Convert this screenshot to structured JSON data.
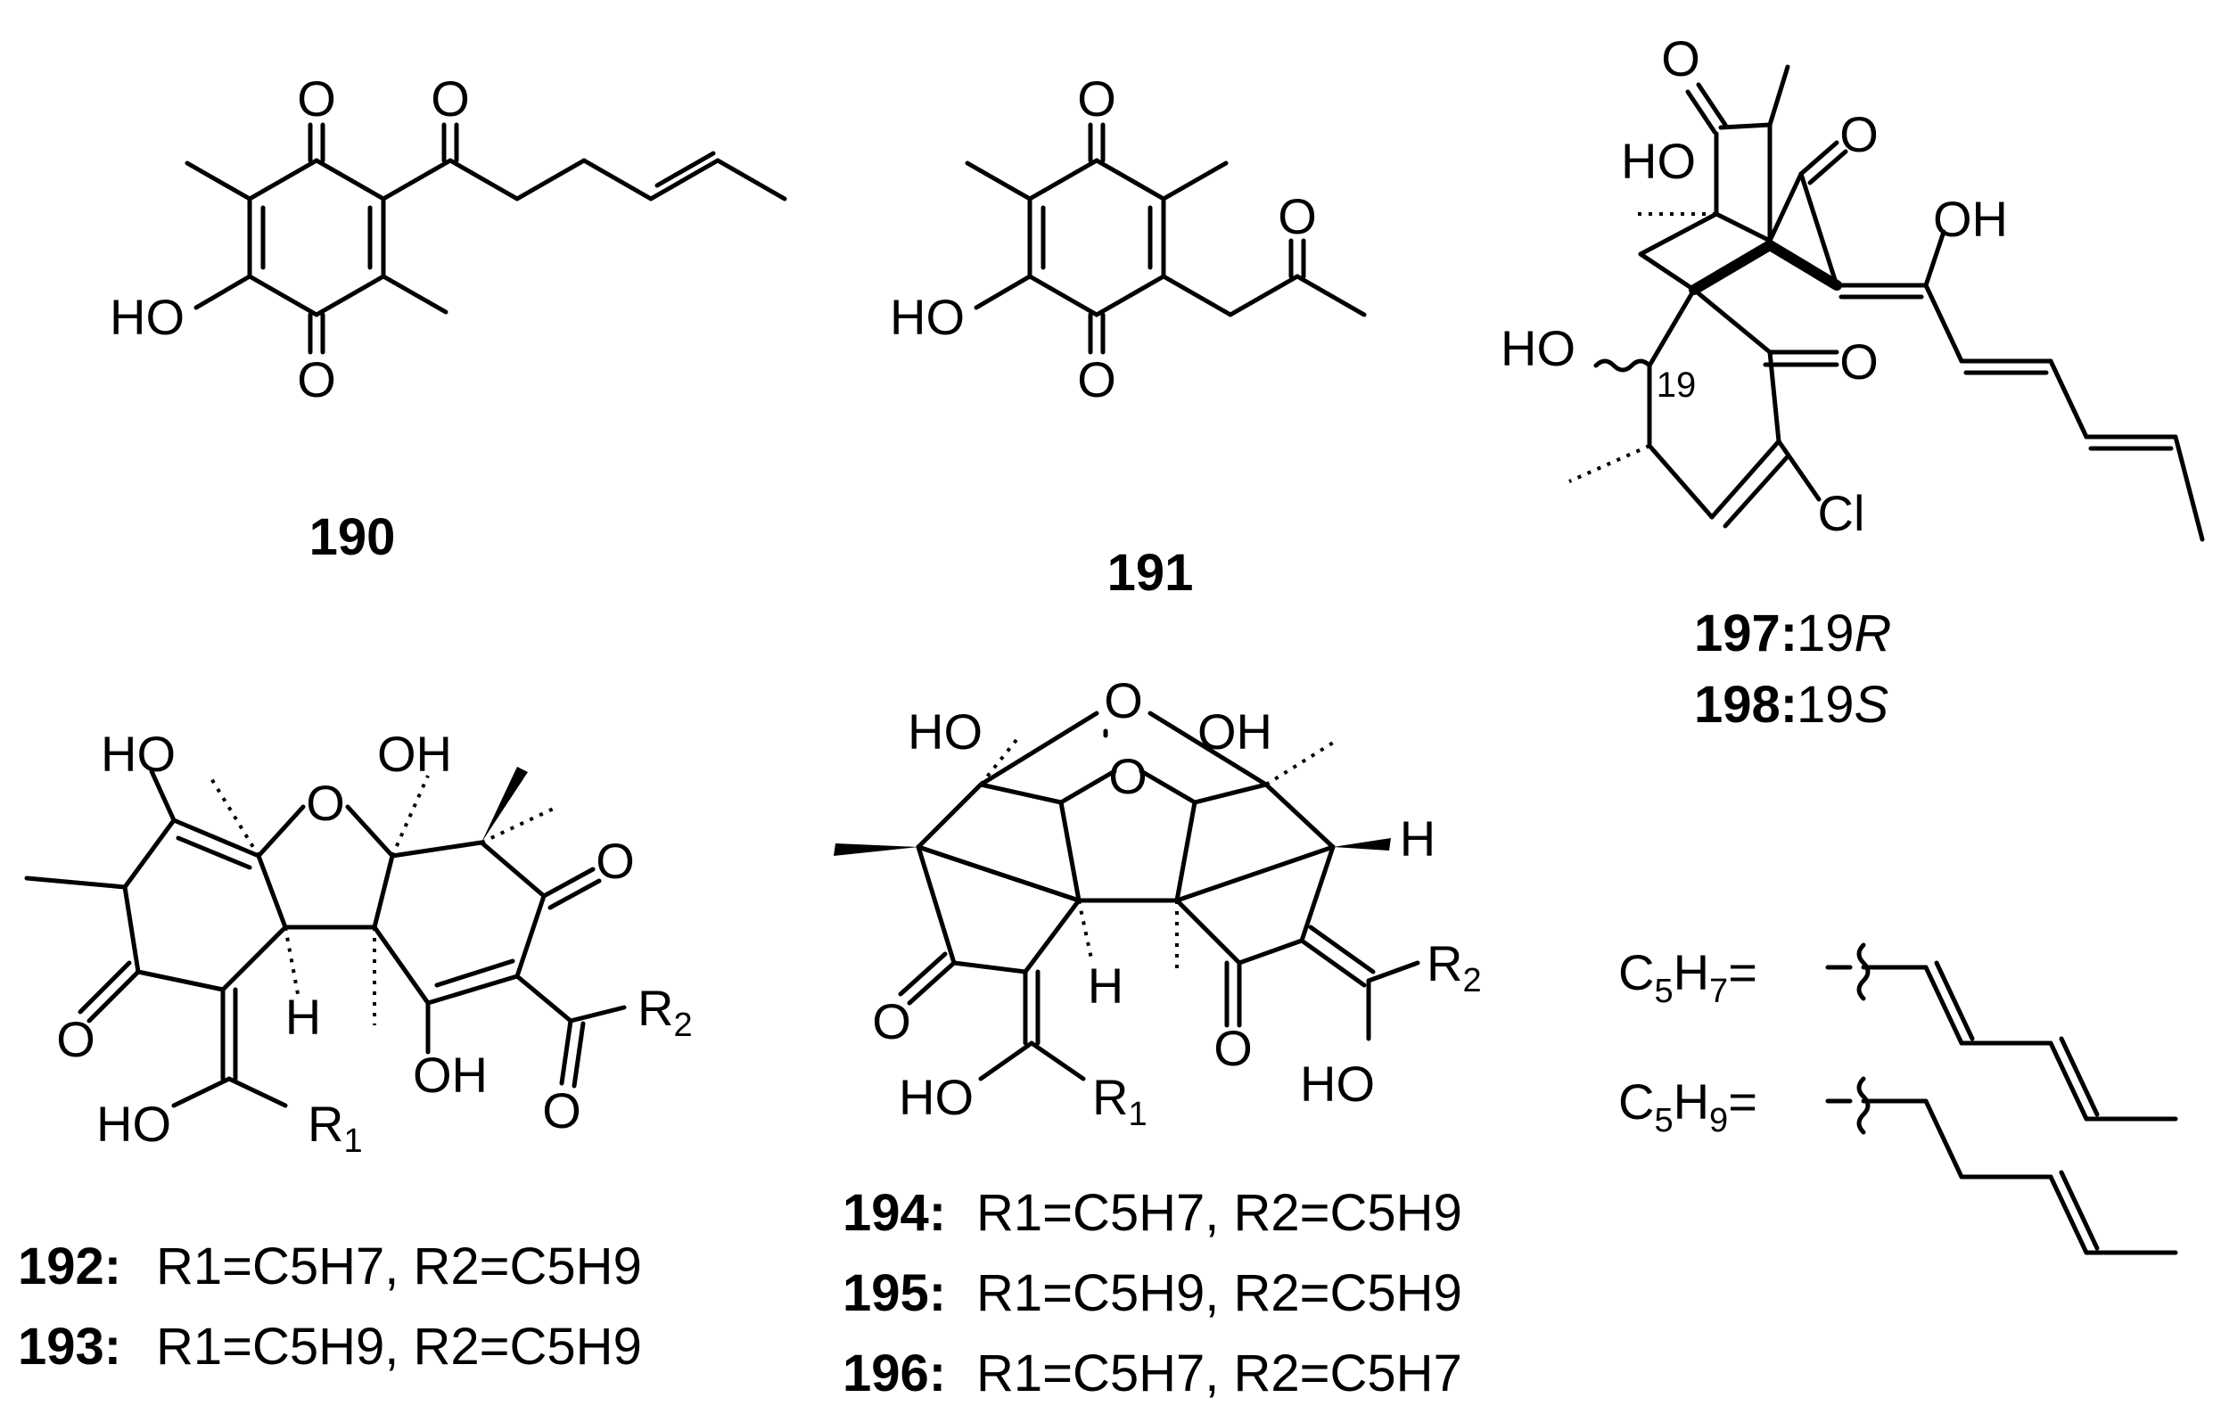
{
  "atoms": {
    "O": "O",
    "HO": "HO",
    "OH": "OH",
    "H": "H",
    "Cl": "Cl",
    "R": "R",
    "C": "C"
  },
  "compounds": {
    "c190": "190",
    "c191": "191",
    "c197": "197:",
    "c198": "198:",
    "c192": "192:",
    "c193": "193:",
    "c194": "194:",
    "c195": "195:",
    "c196": "196:"
  },
  "stereo": {
    "locant": "19",
    "s197": "19",
    "s197_label": "R",
    "s198": "19",
    "s198_label": "S"
  },
  "legend": {
    "c5h7_label": "C",
    "c5h7_sub1": "5",
    "c5h7_h": "H",
    "c5h7_sub2": "7",
    "c5h9_label": "C",
    "c5h9_sub1": "5",
    "c5h9_h": "H",
    "c5h9_sub2": "9",
    "eq": "="
  },
  "substituents": {
    "r1": "1",
    "r2": "2",
    "c192_text": "R1=C5H7, R2=C5H9",
    "c193_text": "R1=C5H9, R2=C5H9",
    "c194_text": "R1=C5H7, R2=C5H9",
    "c195_text": "R1=C5H9, R2=C5H9",
    "c196_text": "R1=C5H7, R2=C5H7"
  }
}
